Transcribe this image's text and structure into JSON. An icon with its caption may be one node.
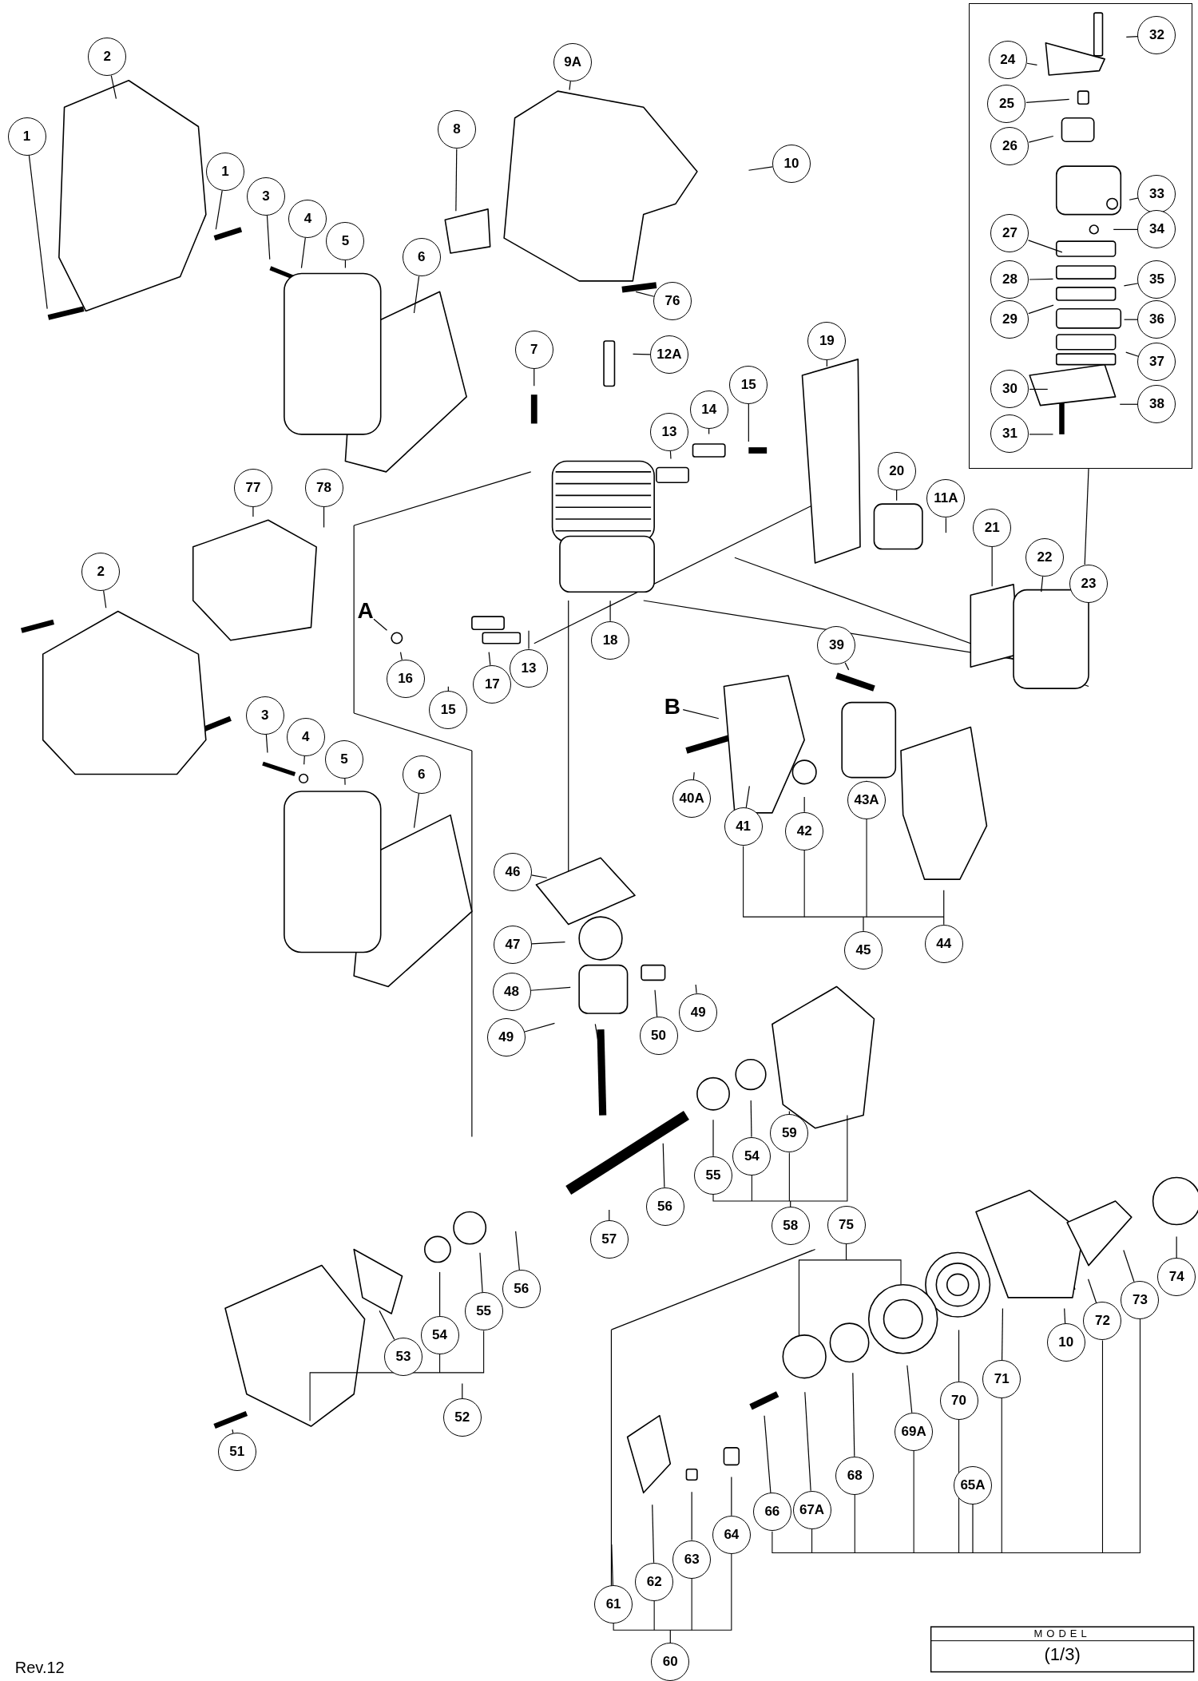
{
  "diagram": {
    "nodes": [
      {
        "text": [
          "1"
        ]
      },
      {
        "text": [
          "2"
        ]
      },
      {
        "text": [
          "9A"
        ]
      },
      {
        "text": [
          "32"
        ],
        "in": 93
      },
      {
        "text": [
          "24"
        ],
        "in": 93
      },
      {
        "text": [
          "25"
        ],
        "in": 93
      },
      {
        "text": [
          "8"
        ]
      },
      {
        "text": [
          "10"
        ]
      },
      {
        "text": [
          "26"
        ],
        "in": 93
      },
      {
        "text": [
          "1"
        ]
      },
      {
        "text": [
          "3"
        ]
      },
      {
        "text": [
          "33"
        ],
        "in": 93
      },
      {
        "text": [
          "4"
        ]
      },
      {
        "text": [
          "34"
        ],
        "in": 93
      },
      {
        "text": [
          "27"
        ],
        "in": 93
      },
      {
        "text": [
          "5"
        ]
      },
      {
        "text": [
          "6"
        ]
      },
      {
        "text": [
          "28"
        ],
        "in": 93
      },
      {
        "text": [
          "35"
        ],
        "in": 93
      },
      {
        "text": [
          "76"
        ]
      },
      {
        "text": [
          "29"
        ],
        "in": 93
      },
      {
        "text": [
          "36"
        ],
        "in": 93
      },
      {
        "text": [
          "19"
        ]
      },
      {
        "text": [
          "7"
        ]
      },
      {
        "text": [
          "12A"
        ]
      },
      {
        "text": [
          "37"
        ],
        "in": 93
      },
      {
        "text": [
          "15"
        ]
      },
      {
        "text": [
          "30"
        ],
        "in": 93
      },
      {
        "text": [
          "38"
        ],
        "in": 93
      },
      {
        "text": [
          "14"
        ]
      },
      {
        "text": [
          "13"
        ]
      },
      {
        "text": [
          "31"
        ],
        "in": 93
      },
      {
        "text": [
          "20"
        ]
      },
      {
        "text": [
          "77"
        ]
      },
      {
        "text": [
          "78"
        ]
      },
      {
        "text": [
          "11A"
        ]
      },
      {
        "text": [
          "21"
        ]
      },
      {
        "text": [
          "22"
        ]
      },
      {
        "text": [
          "2"
        ]
      },
      {
        "text": [
          "23"
        ]
      },
      {
        "text": [
          "A"
        ]
      },
      {
        "text": [
          "16"
        ]
      },
      {
        "text": [
          "13"
        ]
      },
      {
        "text": [
          "17"
        ]
      },
      {
        "text": [
          "18"
        ]
      },
      {
        "text": [
          "39"
        ]
      },
      {
        "text": [
          "B"
        ]
      },
      {
        "text": [
          "15"
        ]
      },
      {
        "text": [
          "3"
        ]
      },
      {
        "text": [
          "4"
        ]
      },
      {
        "text": [
          "5"
        ]
      },
      {
        "text": [
          "6"
        ]
      },
      {
        "text": [
          "40A"
        ]
      },
      {
        "text": [
          "43A"
        ]
      },
      {
        "text": [
          "41"
        ]
      },
      {
        "text": [
          "42"
        ]
      },
      {
        "text": [
          "46"
        ]
      },
      {
        "text": [
          "44"
        ]
      },
      {
        "text": [
          "45"
        ]
      },
      {
        "text": [
          "47"
        ]
      },
      {
        "text": [
          "48"
        ]
      },
      {
        "text": [
          "49"
        ]
      },
      {
        "text": [
          "50"
        ]
      },
      {
        "text": [
          "49"
        ]
      },
      {
        "text": [
          "59"
        ]
      },
      {
        "text": [
          "54"
        ]
      },
      {
        "text": [
          "55"
        ]
      },
      {
        "text": [
          "56"
        ]
      },
      {
        "text": [
          "58"
        ]
      },
      {
        "text": [
          "57"
        ]
      },
      {
        "text": [
          "74"
        ]
      },
      {
        "text": [
          "75"
        ]
      },
      {
        "text": [
          "56"
        ]
      },
      {
        "text": [
          "73"
        ]
      },
      {
        "text": [
          "55"
        ]
      },
      {
        "text": [
          "72"
        ]
      },
      {
        "text": [
          "71"
        ]
      },
      {
        "text": [
          "54"
        ]
      },
      {
        "text": [
          "10"
        ]
      },
      {
        "text": [
          "53"
        ]
      },
      {
        "text": [
          "70"
        ]
      },
      {
        "text": [
          "52"
        ]
      },
      {
        "text": [
          "69A"
        ]
      },
      {
        "text": [
          "51"
        ]
      },
      {
        "text": [
          "68"
        ]
      },
      {
        "text": [
          "65A"
        ]
      },
      {
        "text": [
          "67A"
        ]
      },
      {
        "text": [
          "66"
        ]
      },
      {
        "text": [
          "64"
        ]
      },
      {
        "text": [
          "63"
        ]
      },
      {
        "text": [
          "62"
        ]
      },
      {
        "text": [
          "61"
        ]
      },
      {
        "text": [
          "60"
        ]
      },
      {
        "text": [],
        "shape": "box"
      }
    ],
    "edges": [
      {
        "from": 0,
        "to": null,
        "arrow": "none"
      },
      {
        "from": 1,
        "to": null,
        "arrow": "none"
      },
      {
        "from": 2,
        "to": null,
        "arrow": "none"
      },
      {
        "from": 3,
        "to": null,
        "arrow": "none"
      },
      {
        "from": 4,
        "to": null,
        "arrow": "none"
      },
      {
        "from": 5,
        "to": null,
        "arrow": "none"
      },
      {
        "from": 6,
        "to": null,
        "arrow": "none"
      },
      {
        "from": 7,
        "to": null,
        "arrow": "none"
      },
      {
        "from": 8,
        "to": null,
        "arrow": "none"
      },
      {
        "from": 9,
        "to": null,
        "arrow": "none"
      },
      {
        "from": 10,
        "to": null,
        "arrow": "none"
      },
      {
        "from": 11,
        "to": null,
        "arrow": "none"
      },
      {
        "from": 12,
        "to": null,
        "arrow": "none"
      },
      {
        "from": 13,
        "to": null,
        "arrow": "none"
      },
      {
        "from": 14,
        "to": null,
        "arrow": "none"
      },
      {
        "from": 15,
        "to": null,
        "arrow": "none"
      },
      {
        "from": 16,
        "to": null,
        "arrow": "none"
      },
      {
        "from": 17,
        "to": null,
        "arrow": "none"
      },
      {
        "from": 18,
        "to": null,
        "arrow": "none"
      },
      {
        "from": 19,
        "to": null,
        "arrow": "none"
      },
      {
        "from": 20,
        "to": null,
        "arrow": "none"
      },
      {
        "from": 21,
        "to": null,
        "arrow": "none"
      },
      {
        "from": 22,
        "to": null,
        "arrow": "none"
      },
      {
        "from": 23,
        "to": null,
        "arrow": "none"
      },
      {
        "from": 24,
        "to": null,
        "arrow": "none"
      },
      {
        "from": 25,
        "to": null,
        "arrow": "none"
      },
      {
        "from": 26,
        "to": null,
        "arrow": "none"
      },
      {
        "from": 27,
        "to": null,
        "arrow": "none"
      },
      {
        "from": 28,
        "to": null,
        "arrow": "none"
      },
      {
        "from": 29,
        "to": null,
        "arrow": "none"
      },
      {
        "from": 30,
        "to": null,
        "arrow": "none"
      },
      {
        "from": 31,
        "to": null,
        "arrow": "none"
      },
      {
        "from": 32,
        "to": null,
        "arrow": "none"
      },
      {
        "from": 33,
        "to": null,
        "arrow": "none"
      },
      {
        "from": 34,
        "to": null,
        "arrow": "none"
      },
      {
        "from": 35,
        "to": null,
        "arrow": "none"
      },
      {
        "from": 36,
        "to": null,
        "arrow": "none"
      },
      {
        "from": 37,
        "to": null,
        "arrow": "none"
      },
      {
        "from": 38,
        "to": null,
        "arrow": "none"
      },
      {
        "from": 39,
        "to": 93,
        "arrow": "none"
      },
      {
        "from": 40,
        "to": null,
        "arrow": "none"
      },
      {
        "from": 41,
        "to": null,
        "arrow": "none"
      },
      {
        "from": 42,
        "to": null,
        "arrow": "none"
      },
      {
        "from": 43,
        "to": null,
        "arrow": "none"
      },
      {
        "from": 44,
        "to": null,
        "arrow": "none"
      },
      {
        "from": 45,
        "to": null,
        "arrow": "none"
      },
      {
        "from": 46,
        "to": null,
        "arrow": "none"
      },
      {
        "from": 47,
        "to": null,
        "arrow": "none"
      },
      {
        "from": 48,
        "to": null,
        "arrow": "none"
      },
      {
        "from": 49,
        "to": null,
        "arrow": "none"
      },
      {
        "from": 50,
        "to": null,
        "arrow": "none"
      },
      {
        "from": 51,
        "to": null,
        "arrow": "none"
      },
      {
        "from": 52,
        "to": null,
        "arrow": "none"
      },
      {
        "from": 53,
        "to": null,
        "arrow": "none"
      },
      {
        "from": 54,
        "to": null,
        "arrow": "none"
      },
      {
        "from": 55,
        "to": null,
        "arrow": "none"
      },
      {
        "from": 56,
        "to": null,
        "arrow": "none"
      },
      {
        "from": 57,
        "to": null,
        "arrow": "none"
      },
      {
        "from": 58,
        "to": null,
        "arrow": "none"
      },
      {
        "from": 59,
        "to": null,
        "arrow": "none"
      },
      {
        "from": 60,
        "to": null,
        "arrow": "none"
      },
      {
        "from": 61,
        "to": null,
        "arrow": "none"
      },
      {
        "from": 62,
        "to": null,
        "arrow": "none"
      },
      {
        "from": 63,
        "to": null,
        "arrow": "none"
      },
      {
        "from": 64,
        "to": null,
        "arrow": "none"
      },
      {
        "from": 65,
        "to": null,
        "arrow": "none"
      },
      {
        "from": 66,
        "to": null,
        "arrow": "none"
      },
      {
        "from": 67,
        "to": null,
        "arrow": "none"
      },
      {
        "from": 68,
        "to": null,
        "arrow": "none"
      },
      {
        "from": 69,
        "to": null,
        "arrow": "none"
      },
      {
        "from": 70,
        "to": null,
        "arrow": "none"
      },
      {
        "from": 71,
        "to": null,
        "arrow": "none"
      },
      {
        "from": 72,
        "to": null,
        "arrow": "none"
      },
      {
        "from": 73,
        "to": null,
        "arrow": "none"
      },
      {
        "from": 74,
        "to": null,
        "arrow": "none"
      },
      {
        "from": 75,
        "to": null,
        "arrow": "none"
      },
      {
        "from": 76,
        "to": null,
        "arrow": "none"
      },
      {
        "from": 77,
        "to": null,
        "arrow": "none"
      },
      {
        "from": 78,
        "to": null,
        "arrow": "none"
      },
      {
        "from": 79,
        "to": null,
        "arrow": "none"
      },
      {
        "from": 80,
        "to": null,
        "arrow": "none"
      },
      {
        "from": 81,
        "to": null,
        "arrow": "none"
      },
      {
        "from": 82,
        "to": null,
        "arrow": "none"
      },
      {
        "from": 83,
        "to": null,
        "arrow": "none"
      },
      {
        "from": 84,
        "to": null,
        "arrow": "none"
      },
      {
        "from": 85,
        "to": null,
        "arrow": "none"
      },
      {
        "from": 86,
        "to": null,
        "arrow": "none"
      },
      {
        "from": 87,
        "to": null,
        "arrow": "none"
      },
      {
        "from": 88,
        "to": null,
        "arrow": "none"
      },
      {
        "from": 89,
        "to": null,
        "arrow": "none"
      },
      {
        "from": 90,
        "to": null,
        "arrow": "none"
      },
      {
        "from": 91,
        "to": null,
        "arrow": "none"
      },
      {
        "from": 92,
        "to": null,
        "arrow": "none"
      }
    ],
    "labels": [
      "Rev.12",
      "MODEL",
      "(1/3)"
    ]
  }
}
